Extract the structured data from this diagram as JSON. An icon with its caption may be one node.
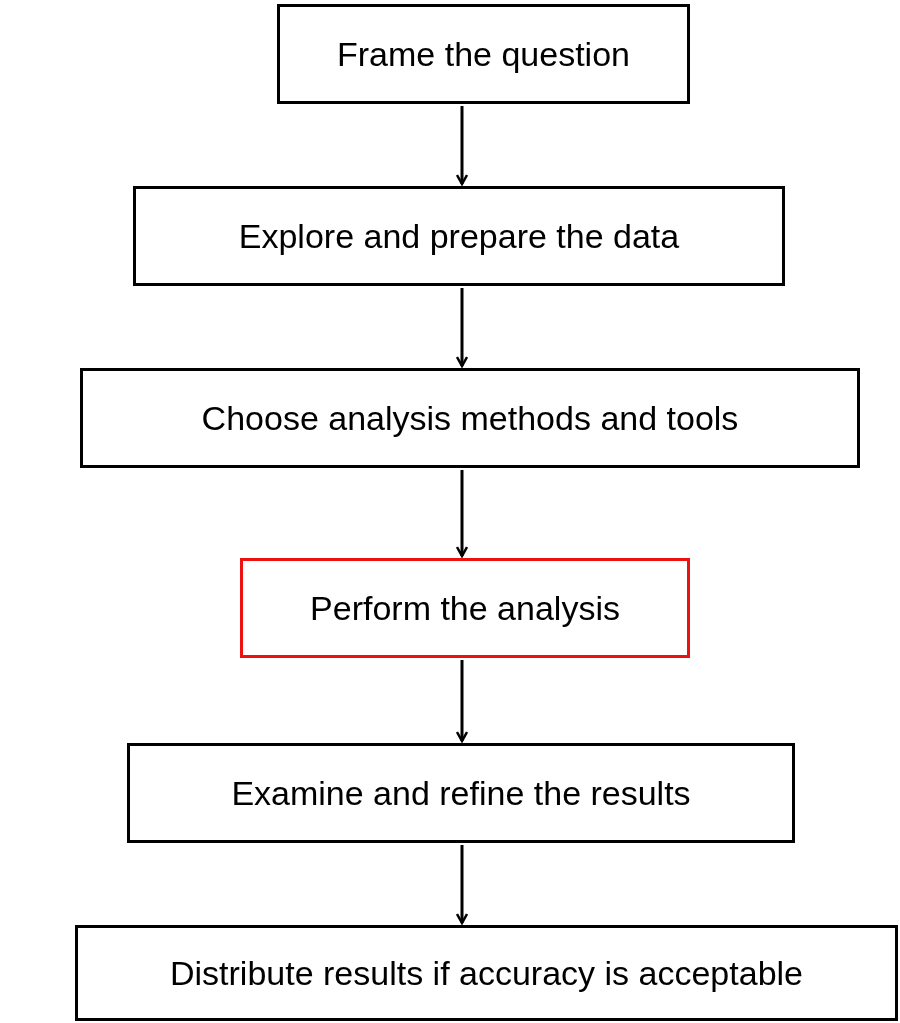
{
  "diagram": {
    "nodes": [
      {
        "text": [
          "Frame the question"
        ]
      },
      {
        "text": [
          "Explore and prepare the data"
        ]
      },
      {
        "text": [
          "Choose analysis methods and tools"
        ]
      },
      {
        "text": [
          "Perform the analysis"
        ]
      },
      {
        "text": [
          "Examine and refine the results"
        ]
      },
      {
        "text": [
          "Distribute results if accuracy is acceptable"
        ]
      }
    ],
    "edges": [
      {
        "from": 0,
        "to": 1,
        "arrow": "to"
      },
      {
        "from": 1,
        "to": 2,
        "arrow": "to"
      },
      {
        "from": 2,
        "to": 3,
        "arrow": "to"
      },
      {
        "from": 3,
        "to": 4,
        "arrow": "to"
      },
      {
        "from": 4,
        "to": 5,
        "arrow": "to"
      }
    ]
  }
}
